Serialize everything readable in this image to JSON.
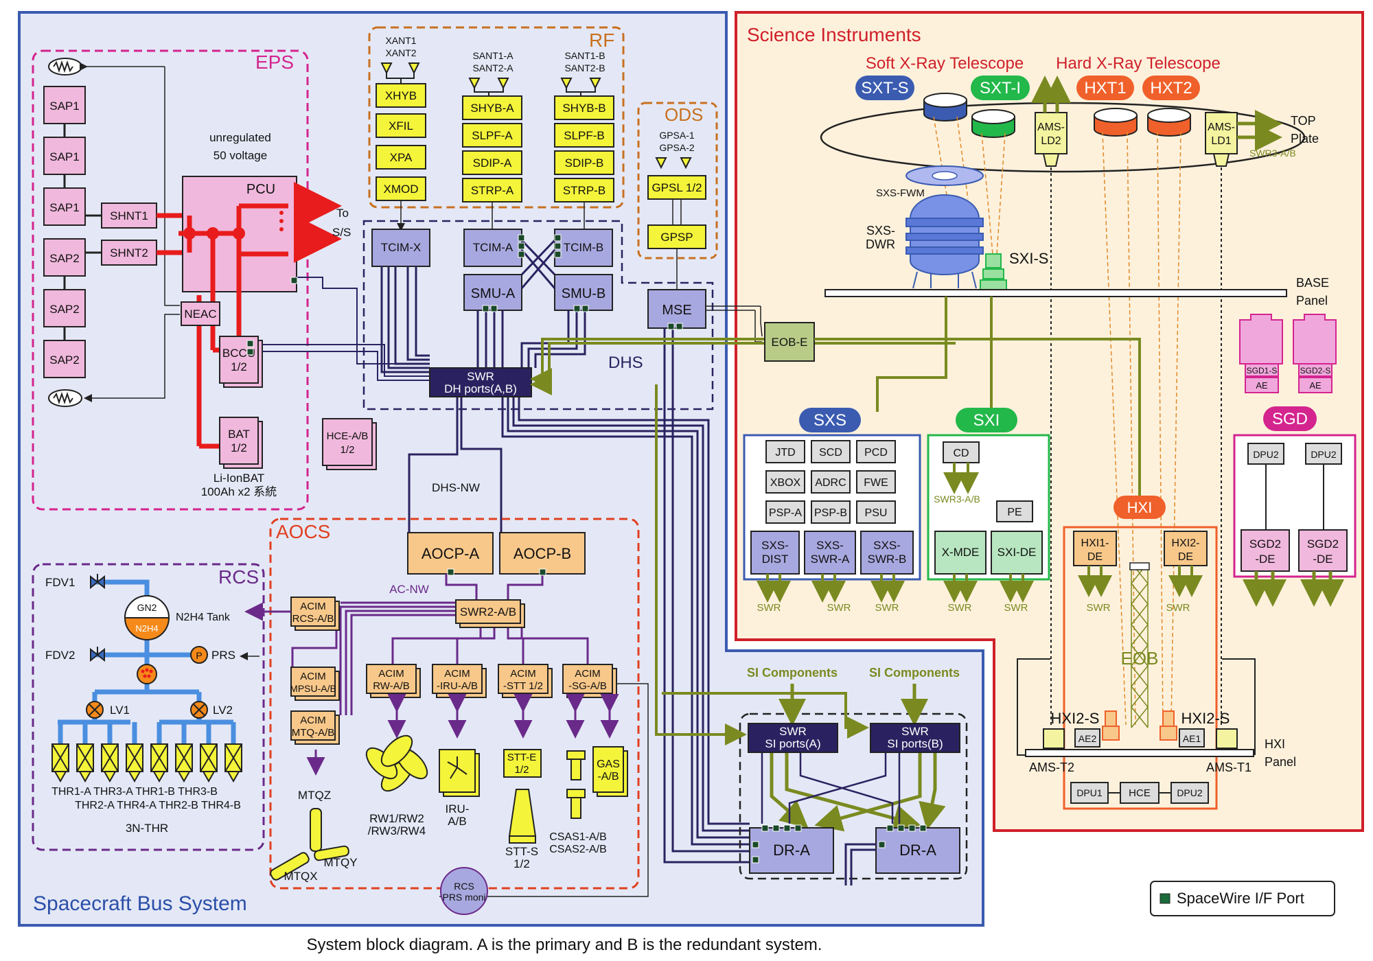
{
  "caption": "System block diagram. A is the primary and B is the redundant system.",
  "bus": {
    "title": "Spacecraft Bus System",
    "eps": {
      "title": "EPS",
      "saps": [
        "SAP1",
        "SAP1",
        "SAP1",
        "SAP2",
        "SAP2",
        "SAP2"
      ],
      "shnt1": "SHNT1",
      "shnt2": "SHNT2",
      "unreg1": "unregulated",
      "unreg2": "50 voltage",
      "pcu": "PCU",
      "to1": "To",
      "to2": "S/S",
      "neac": "NEAC",
      "bccu1": "BCCU",
      "bccu2": "1/2",
      "bat1": "BAT",
      "bat2": "1/2",
      "liion1": "Li-IonBAT",
      "liion2": "100Ah x2 系統"
    },
    "rf": {
      "title": "RF",
      "xant1": "XANT1",
      "xant2": "XANT2",
      "santa1": "SANT1-A",
      "santa2": "SANT2-A",
      "santb1": "SANT1-B",
      "santb2": "SANT2-B",
      "col1": [
        "XHYB",
        "XFIL",
        "XPA",
        "XMOD"
      ],
      "col2": [
        "SHYB-A",
        "SLPF-A",
        "SDIP-A",
        "STRP-A"
      ],
      "col3": [
        "SHYB-B",
        "SLPF-B",
        "SDIP-B",
        "STRP-B"
      ]
    },
    "ods": {
      "title": "ODS",
      "gpsa1": "GPSA-1",
      "gpsa2": "GPSA-2",
      "gpsl": "GPSL 1/2",
      "gpsp": "GPSP"
    },
    "dhs": {
      "title": "DHS",
      "tcimx": "TCIM-X",
      "tcima": "TCIM-A",
      "tcimb": "TCIM-B",
      "smua": "SMU-A",
      "smub": "SMU-B",
      "mse": "MSE",
      "swr1": "SWR",
      "swr2": "DH ports(A,B)",
      "hce1": "HCE-A/B",
      "hce2": "1/2",
      "nw": "DHS-NW"
    },
    "aocs": {
      "title": "AOCS",
      "aocpa": "AOCP-A",
      "aocpb": "AOCP-B",
      "acnw": "AC-NW",
      "swr2": "SWR2-A/B",
      "acim_rcs": [
        "ACIM",
        "RCS-A/B"
      ],
      "acim_mpsu": [
        "ACIM",
        "MPSU-A/B"
      ],
      "acim_mtq": [
        "ACIM",
        "MTQ-A/B"
      ],
      "acim_rw": [
        "ACIM",
        "RW-A/B"
      ],
      "acim_iru": [
        "ACIM",
        "-IRU-A/B"
      ],
      "acim_stt": [
        "ACIM",
        "-STT 1/2"
      ],
      "acim_sg": [
        "ACIM",
        "-SG-A/B"
      ],
      "mtqz": "MTQZ",
      "mtqy": "MTQY",
      "mtqx": "MTQX",
      "rw1": "RW1/RW2",
      "rw2": "/RW3/RW4",
      "iru1": "IRU-",
      "iru2": "A/B",
      "stte1": "STT-E",
      "stte2": "1/2",
      "stts1": "STT-S",
      "stts2": "1/2",
      "csas1": "CSAS1-A/B",
      "csas2": "CSAS2-A/B",
      "gas1": "GAS",
      "gas2": "-A/B",
      "rcsmon1": "RCS",
      "rcsmon2": "PRS moni"
    },
    "rcs": {
      "title": "RCS",
      "fdv1": "FDV1",
      "fdv2": "FDV2",
      "gn2": "GN2",
      "n2h4": "N2H4",
      "tank": "N2H4 Tank",
      "prs": "PRS",
      "p": "P",
      "lv1": "LV1",
      "lv2": "LV2",
      "thr_row1": "THR1-A THR3-A THR1-B THR3-B",
      "thr_row2": "THR2-A THR4-A THR2-B THR4-B",
      "thr_name": "3N-THR"
    },
    "si": {
      "comp1": "SI Components",
      "comp2": "SI Components",
      "swra1": "SWR",
      "swra2": "SI ports(A)",
      "swrb1": "SWR",
      "swrb2": "SI ports(B)",
      "dra": "DR-A",
      "drb": "DR-A"
    }
  },
  "science": {
    "title": "Science Instruments",
    "soft": "Soft X-Ray Telescope",
    "hard": "Hard X-Ray Telescope",
    "sxts": "SXT-S",
    "sxti": "SXT-I",
    "hxt1": "HXT1",
    "hxt2": "HXT2",
    "amsld2_1": "AMS-",
    "amsld2_2": "LD2",
    "amsld1_1": "AMS-",
    "amsld1_2": "LD1",
    "top1": "TOP",
    "top2": "Plate",
    "swr3": "SWR3-A/B",
    "fwm": "SXS-FWM",
    "dwr1": "SXS-",
    "dwr2": "DWR",
    "sxis": "SXI-S",
    "base1": "BASE",
    "base2": "Panel",
    "eobe": "EOB-E",
    "sgd1s": "SGD1-S",
    "sgd2s": "SGD2-S",
    "ae": "AE",
    "sxs": {
      "title": "SXS",
      "row1": [
        "JTD",
        "SCD",
        "PCD"
      ],
      "row2": [
        "XBOX",
        "ADRC",
        "FWE"
      ],
      "row3": [
        "PSP-A",
        "PSP-B",
        "PSU"
      ],
      "bottom": [
        [
          "SXS-",
          "DIST"
        ],
        [
          "SXS-",
          "SWR-A"
        ],
        [
          "SXS-",
          "SWR-B"
        ]
      ],
      "swr": "SWR"
    },
    "sxi": {
      "title": "SXI",
      "cd": "CD",
      "swr3": "SWR3-A/B",
      "pe": "PE",
      "xmde": "X-MDE",
      "sxide": "SXI-DE",
      "swr": "SWR"
    },
    "sgd": {
      "title": "SGD",
      "dpu_a": "DPU2",
      "dpu_b": "DPU2",
      "de_a1": "SGD2",
      "de_a2": "-DE",
      "de_b1": "SGD2",
      "de_b2": "-DE"
    },
    "hxi": {
      "title": "HXI",
      "de1a": "HXI1-",
      "de1b": "DE",
      "de2a": "HXI2-",
      "de2b": "DE",
      "swr": "SWR",
      "eob": "EOB",
      "hxi2s_l": "HXI2-S",
      "hxi2s_r": "HXI2-S",
      "ae2": "AE2",
      "ae1": "AE1",
      "amst2": "AMS-T2",
      "amst1": "AMS-T1",
      "panel1": "HXI",
      "panel2": "Panel",
      "dpu1": "DPU1",
      "hce": "HCE",
      "dpu2": "DPU2"
    }
  },
  "legend": {
    "label": "SpaceWire I/F Port"
  },
  "colors": {
    "bus_bg": "#e4e8f6",
    "bus_border": "#3a5bb0",
    "sci_bg": "#fdf1dc",
    "sci_border": "#d0202a",
    "eps": "#d4248e",
    "rf": "#c87020",
    "aocs": "#e04020",
    "rcs": "#6a2a8a",
    "pink_box": "#f0b8dc",
    "yellow_box": "#f4f43a",
    "purple_box": "#a8a8e0",
    "orange_box": "#f8c88a",
    "navy": "#2a2260",
    "olive": "#7a8a20",
    "red": "#e81c1c"
  }
}
